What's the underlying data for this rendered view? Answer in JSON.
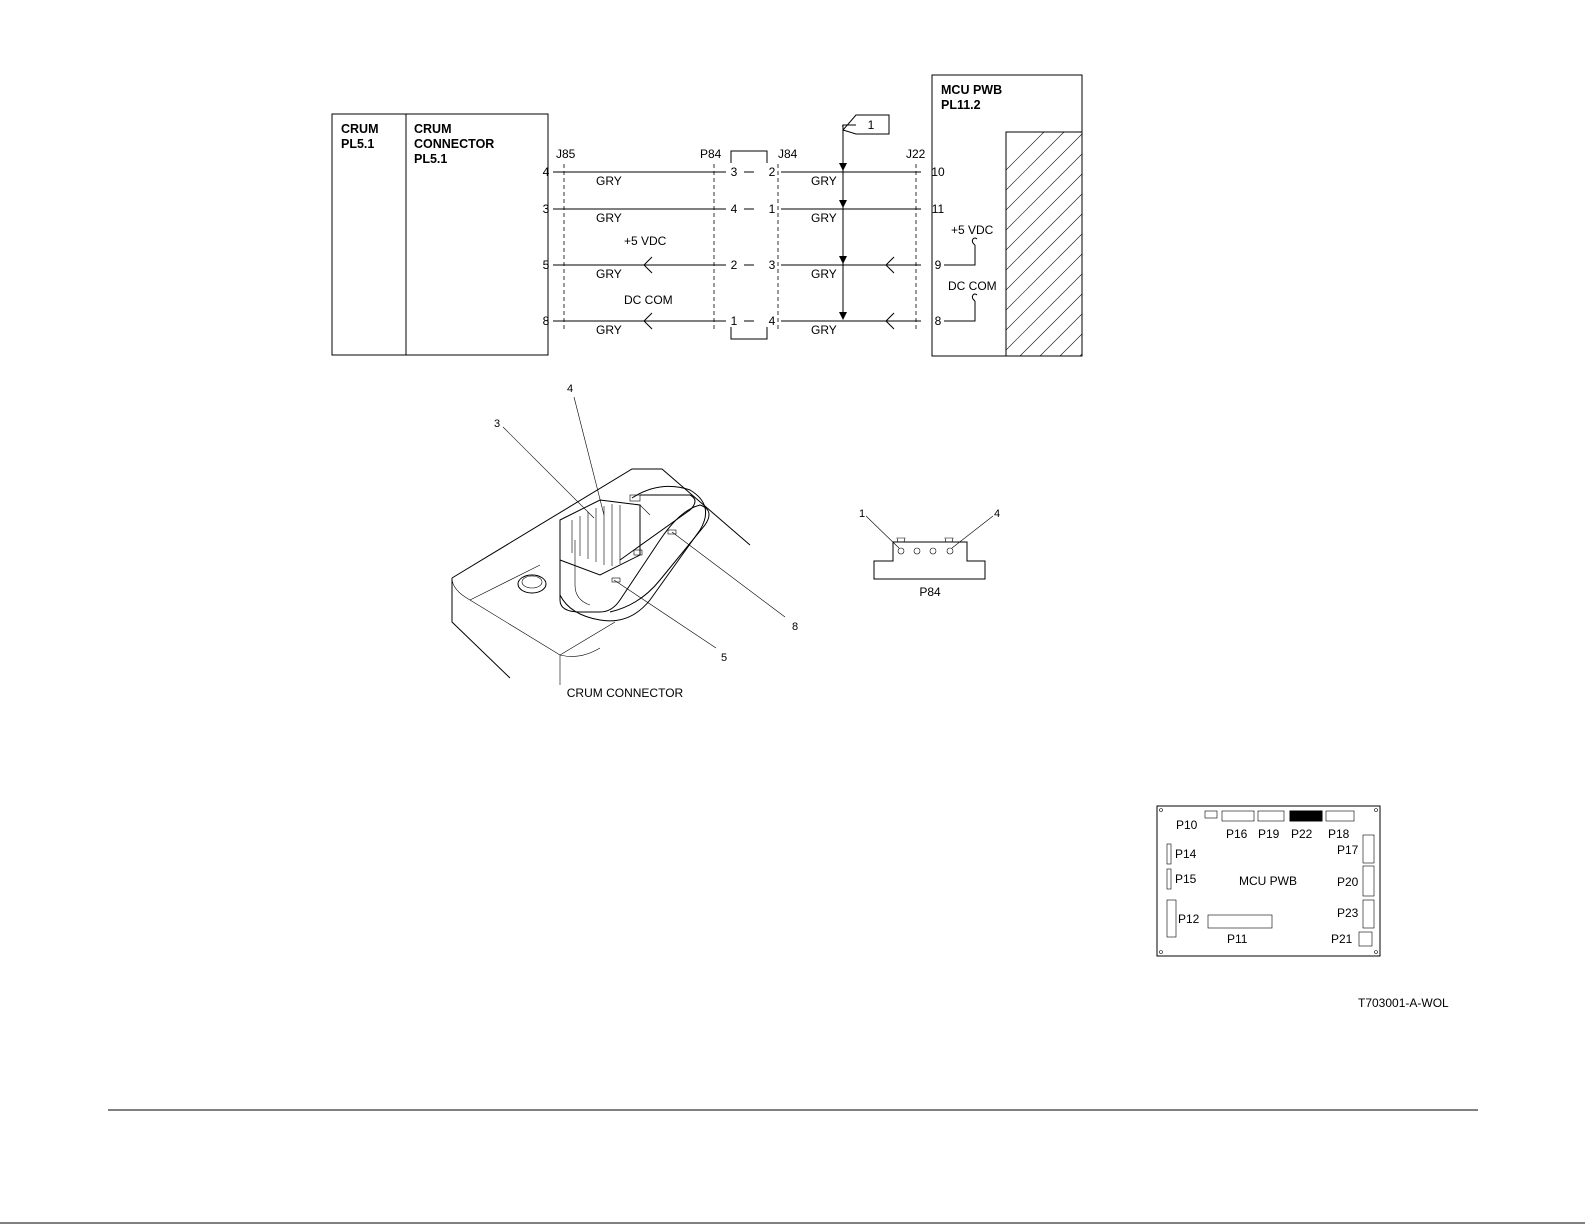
{
  "blocks": {
    "crum": {
      "title": "CRUM",
      "ref": "PL5.1"
    },
    "crum_connector": {
      "line1": "CRUM",
      "line2": "CONNECTOR",
      "ref": "PL5.1"
    },
    "mcu_pwb": {
      "title": "MCU PWB",
      "ref": "PL11.2"
    }
  },
  "connectors": {
    "j85": "J85",
    "p84": "P84",
    "j84": "J84",
    "j22": "J22"
  },
  "callout": "1",
  "wires": [
    {
      "j85_pin": "4",
      "p84_pin": "3",
      "j84_pin": "2",
      "j22_pin": "10",
      "color_left": "GRY",
      "color_right": "GRY"
    },
    {
      "j85_pin": "3",
      "p84_pin": "4",
      "j84_pin": "1",
      "j22_pin": "11",
      "color_left": "GRY",
      "color_right": "GRY"
    },
    {
      "j85_pin": "5",
      "p84_pin": "2",
      "j84_pin": "3",
      "j22_pin": "9",
      "color_left": "GRY",
      "color_right": "GRY",
      "signal": "+5 VDC"
    },
    {
      "j85_pin": "8",
      "p84_pin": "1",
      "j84_pin": "4",
      "j22_pin": "8",
      "color_left": "GRY",
      "color_right": "GRY",
      "signal": "DC COM"
    }
  ],
  "crum_connector_view": {
    "pin_labels": [
      "4",
      "3",
      "8",
      "5"
    ],
    "caption": "CRUM CONNECTOR"
  },
  "p84_view": {
    "pin_left": "1",
    "pin_right": "4",
    "caption": "P84"
  },
  "pwb_map": {
    "title": "MCU PWB",
    "labels": [
      "P10",
      "P16",
      "P19",
      "P22",
      "P18",
      "P17",
      "P14",
      "P15",
      "P20",
      "P23",
      "P12",
      "P11",
      "P21"
    ],
    "highlighted": "P22"
  },
  "figure_id": "T703001-A-WOL"
}
